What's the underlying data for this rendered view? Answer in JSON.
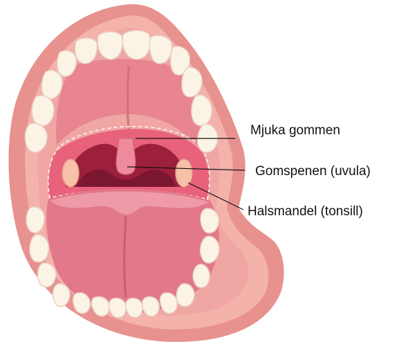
{
  "labels": {
    "soft_palate": "Mjuka gommen",
    "uvula": "Gomspenen (uvula)",
    "tonsil": "Halsmandel (tonsill)"
  },
  "colors": {
    "lip_outer": "#e7928e",
    "lip_inner": "#f3b2aa",
    "gum": "#f0a7a4",
    "palate": "#e88590",
    "throat": "#9c1f3b",
    "tongue": "#e2788a",
    "tooth": "#fbf4e6",
    "tonsil": "#f7c0a8"
  }
}
